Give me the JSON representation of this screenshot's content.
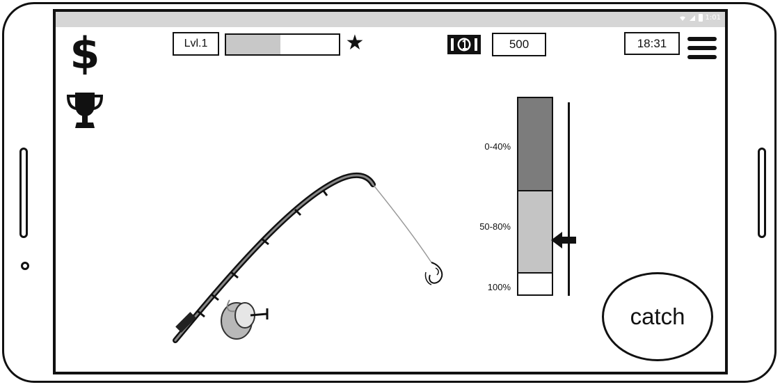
{
  "statusbar": {
    "time": "1:01"
  },
  "header": {
    "level_label": "Lvl.1",
    "xp_progress": 0.48,
    "money_value": "500",
    "clock": "18:31"
  },
  "meter": {
    "zones": [
      {
        "label": "0-40%",
        "color": "#7c7c7c"
      },
      {
        "label": "50-80%",
        "color": "#c4c4c4"
      },
      {
        "label": "100%",
        "color": "#ffffff"
      }
    ],
    "pointer_zone": "50-80%"
  },
  "actions": {
    "catch_label": "catch"
  },
  "icons": {
    "shop": "dollar-icon",
    "achievements": "trophy-icon",
    "xp": "star-icon",
    "currency": "cash-icon",
    "menu": "hamburger-menu-icon"
  }
}
